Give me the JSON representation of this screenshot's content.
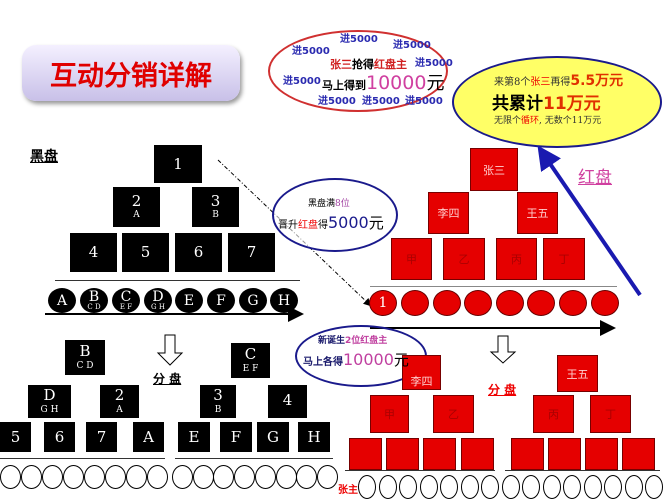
{
  "title": "互动分销详解",
  "red_bubble": {
    "plus": "进5000",
    "line1_name": "张三",
    "line1_mid": "抢得",
    "line1_red": "红盘主",
    "line2_pre": "马上得到",
    "line2_amt": "10000",
    "line2_unit": "元"
  },
  "yellow_bubble": {
    "l1_pre": "来第8个",
    "l1_name": "张三",
    "l1_mid": "再得",
    "l1_amt": "5.5万元",
    "l2_pre": "共累计",
    "l2_amt": "11万元",
    "l3_pre": "无限个",
    "l3_red": "循环",
    "l3_post": ", 无数个11万元"
  },
  "black_label": "黑盘",
  "red_label": "红盘",
  "split_label": "分 盘",
  "blue_bubble1": {
    "l1_pre": "黑盘满",
    "l1_red": "8位",
    "l2_pre": "晋升",
    "l2_red": "红盘",
    "l2_mid": "得",
    "l2_amt": "5000",
    "l2_unit": "元"
  },
  "blue_bubble2": {
    "l1_pre": "新诞生",
    "l1_red": "2位红盘主",
    "l2_pre": "马上各得",
    "l2_amt": "10000",
    "l2_unit": "元"
  },
  "black_pyramid": {
    "top": "1",
    "row2": [
      {
        "n": "2",
        "s": "A"
      },
      {
        "n": "3",
        "s": "B"
      }
    ],
    "row3": [
      "4",
      "5",
      "6",
      "7"
    ],
    "circles": [
      {
        "n": "A",
        "s": ""
      },
      {
        "n": "B",
        "s": "C D"
      },
      {
        "n": "C",
        "s": "E F"
      },
      {
        "n": "D",
        "s": "G H"
      },
      {
        "n": "E",
        "s": ""
      },
      {
        "n": "F",
        "s": ""
      },
      {
        "n": "G",
        "s": ""
      },
      {
        "n": "H",
        "s": ""
      }
    ]
  },
  "red_pyramid": {
    "top": "张三",
    "row2": [
      "李四",
      "王五"
    ],
    "row3": [
      "甲",
      "乙",
      "丙",
      "丁"
    ],
    "first_circle": "1"
  },
  "black_split_left": {
    "top": {
      "n": "B",
      "s": "C D"
    },
    "row2": [
      {
        "n": "D",
        "s": "G H"
      },
      {
        "n": "2",
        "s": "A"
      }
    ],
    "row3": [
      "5",
      "6",
      "7",
      "A"
    ]
  },
  "black_split_right": {
    "top": {
      "n": "C",
      "s": "E F"
    },
    "row2": [
      {
        "n": "3",
        "s": "B"
      },
      {
        "n": "4",
        "s": ""
      }
    ],
    "row3": [
      "E",
      "F",
      "G",
      "H"
    ]
  },
  "red_split_left": {
    "top": "李四",
    "row2": [
      "甲",
      "乙"
    ]
  },
  "red_split_right": {
    "top": "王五",
    "row2": [
      "丙",
      "丁"
    ]
  },
  "zhang_label": "张主",
  "colors": {
    "red": "#e50000",
    "blue": "#1a1a9c",
    "pink": "#d040a0",
    "yellow": "#ffff66"
  }
}
